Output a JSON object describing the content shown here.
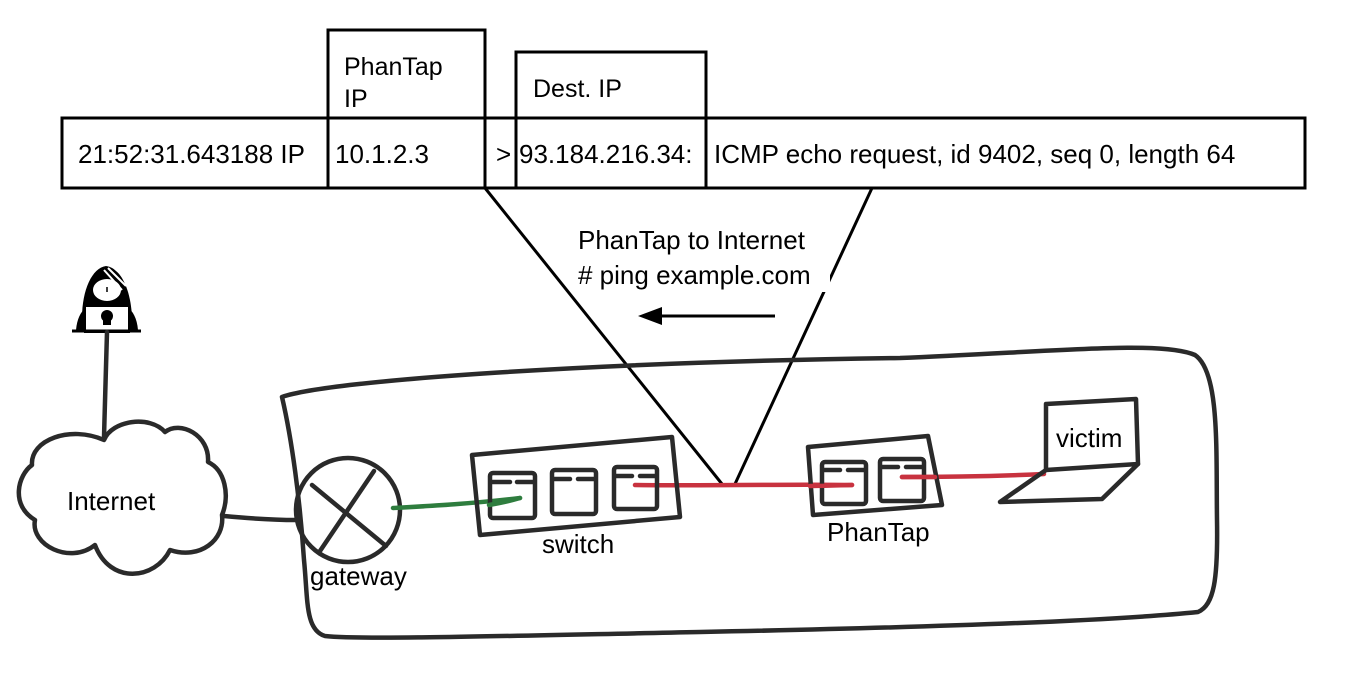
{
  "header_callouts": {
    "phantap_ip_label_line1": "PhanTap",
    "phantap_ip_label_line2": "IP",
    "dest_ip_label": "Dest. IP"
  },
  "packet_log": {
    "timestamp": "21:52:31.643188 IP",
    "source_ip": "10.1.2.3",
    "direction": ">",
    "dest_ip": "93.184.216.34:",
    "details": "ICMP echo request, id 9402, seq 0, length 64"
  },
  "annotation": {
    "line1": "PhanTap to Internet",
    "line2": "# ping example.com",
    "arrow_direction": "left"
  },
  "nodes": {
    "attacker": {
      "icon": "hacker-icon"
    },
    "internet": {
      "label": "Internet",
      "icon": "cloud-icon"
    },
    "gateway": {
      "label": "gateway",
      "icon": "router-icon"
    },
    "switch": {
      "label": "switch",
      "ports": 3
    },
    "phantap": {
      "label": "PhanTap",
      "ports": 2
    },
    "victim": {
      "label": "victim",
      "icon": "laptop-icon"
    }
  },
  "links": [
    {
      "from": "attacker",
      "to": "internet",
      "color": "#2a2a2a"
    },
    {
      "from": "internet",
      "to": "gateway",
      "color": "#2a2a2a"
    },
    {
      "from": "gateway",
      "to": "switch",
      "color": "#2e7d3e"
    },
    {
      "from": "switch",
      "to": "phantap",
      "color": "#c8323f"
    },
    {
      "from": "phantap",
      "to": "victim",
      "color": "#c8323f"
    }
  ],
  "colors": {
    "trusted_link": "#2e7d3e",
    "tapped_link": "#c8323f",
    "ink": "#2a2a2a"
  }
}
